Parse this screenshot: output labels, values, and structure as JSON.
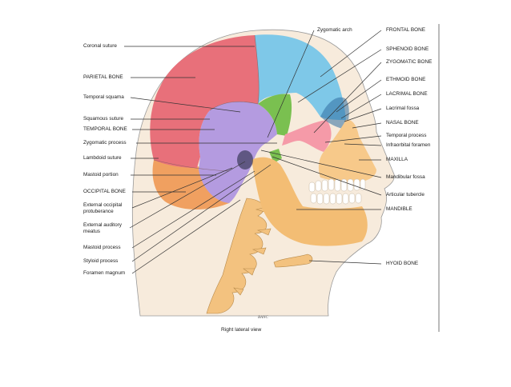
{
  "caption": "Right lateral view",
  "credit": "BANC",
  "left_labels": [
    {
      "id": "coronal-suture",
      "text": "Coronal suture"
    },
    {
      "id": "parietal-bone",
      "text": "PARIETAL BONE"
    },
    {
      "id": "temporal-squama",
      "text": "Temporal squama"
    },
    {
      "id": "squamous-suture",
      "text": "Squamous suture"
    },
    {
      "id": "temporal-bone",
      "text": "TEMPORAL BONE"
    },
    {
      "id": "zygomatic-process",
      "text": "Zygomatic process"
    },
    {
      "id": "lambdoid-suture",
      "text": "Lambdoid suture"
    },
    {
      "id": "mastoid-portion",
      "text": "Mastoid portion"
    },
    {
      "id": "occipital-bone",
      "text": "OCCIPITAL BONE"
    },
    {
      "id": "external-occipital-protuberance",
      "text": "External occipital",
      "text2": "protuberance"
    },
    {
      "id": "external-auditory-meatus",
      "text": "External auditory",
      "text2": "meatus"
    },
    {
      "id": "mastoid-process",
      "text": "Mastoid process"
    },
    {
      "id": "styloid-process",
      "text": "Styloid process"
    },
    {
      "id": "foramen-magnum",
      "text": "Foramen magnum"
    }
  ],
  "right_labels": [
    {
      "id": "zygomatic-arch",
      "text": "Zygomatic arch"
    },
    {
      "id": "frontal-bone",
      "text": "FRONTAL BONE"
    },
    {
      "id": "sphenoid-bone",
      "text": "SPHENOID BONE"
    },
    {
      "id": "zygomatic-bone",
      "text": "ZYGOMATIC BONE"
    },
    {
      "id": "ethmoid-bone",
      "text": "ETHMOID BONE"
    },
    {
      "id": "lacrimal-bone",
      "text": "LACRIMAL BONE"
    },
    {
      "id": "lacrimal-fossa",
      "text": "Lacrimal fossa"
    },
    {
      "id": "nasal-bone",
      "text": "NASAL BONE"
    },
    {
      "id": "temporal-process",
      "text": "Temporal process"
    },
    {
      "id": "infraorbital-foramen",
      "text": "Infraorbital foramen"
    },
    {
      "id": "maxilla",
      "text": "MAXILLA"
    },
    {
      "id": "mandibular-fossa",
      "text": "Mandibular fossa"
    },
    {
      "id": "articular-tubercle",
      "text": "Articular tubercle"
    },
    {
      "id": "mandible",
      "text": "MANDIBLE"
    },
    {
      "id": "hyoid-bone",
      "text": "HYOID BONE"
    }
  ],
  "colors": {
    "parietal": "#e8707a",
    "frontal": "#7ec8e8",
    "temporal": "#b49be0",
    "occipital": "#f0a060",
    "sphenoid": "#7ac050",
    "zygomatic": "#f59aa8",
    "face": "#f7c98a",
    "skin": "#f5e6d0",
    "line": "#333333"
  }
}
